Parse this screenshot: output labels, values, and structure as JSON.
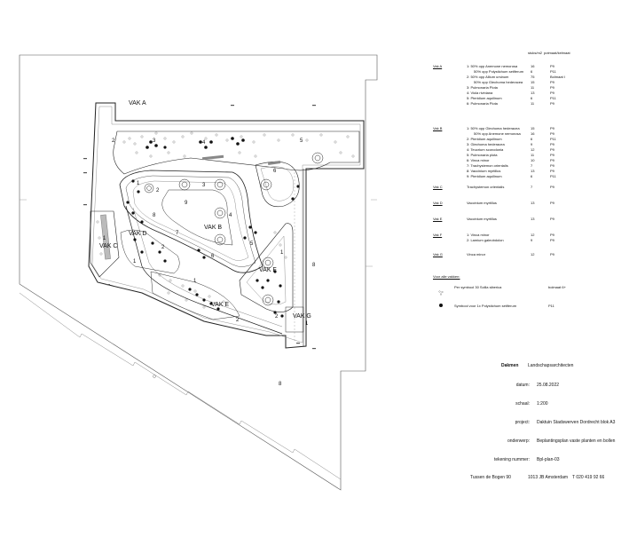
{
  "plan": {
    "zones": {
      "vak_a": "VAK A",
      "vak_b": "VAK B",
      "vak_c": "VAK C",
      "vak_d": "VAK D",
      "vak_e": "VAK E",
      "vak_f": "VAK F",
      "vak_g": "VAK G"
    },
    "numbers": {
      "n1_c": "1",
      "n2_a": "2",
      "n3_a": "3",
      "n4_a": "4",
      "n5_a": "5",
      "n6_a": "6",
      "n1_b": "1",
      "n2_b": "2",
      "n3_b": "3",
      "n4_b": "4",
      "n5_b": "5",
      "n6_b": "6",
      "n7_b": "7",
      "n8_b": "8",
      "n9_b": "9",
      "n1_d": "1",
      "n2_d": "2",
      "n1_e": "1",
      "n2_e": "2",
      "n1_f": "1",
      "n2_f": "2",
      "n1_g": "1",
      "n8_side": "8",
      "n8_bottom": "8"
    }
  },
  "legend": {
    "col_headers": {
      "density": "stuks/m2",
      "pot": "potmaat/kelmaat"
    },
    "groups": [
      {
        "vak": "Vak A",
        "rows": [
          {
            "plant": "1: 50% opp Anemone nemorosa",
            "density": "16",
            "pot": "P9"
          },
          {
            "plant": "50% opp Polystichum setiferum",
            "density": "6",
            "pot": "P11"
          },
          {
            "plant": "2: 50% opp Allium ursinum",
            "density": "75",
            "pot": "Bolmaat I"
          },
          {
            "plant": "50% opp Glechoma hederacea",
            "density": "15",
            "pot": "P9"
          },
          {
            "plant": "3: Pulmonaria Plota",
            "density": "11",
            "pot": "P9"
          },
          {
            "plant": "4: Viola riviniana",
            "density": "13",
            "pot": "P9"
          },
          {
            "plant": "5: Pteridium aquilinum",
            "density": "6",
            "pot": "P11"
          },
          {
            "plant": "6: Pulmonaria Plota",
            "density": "11",
            "pot": "P9"
          }
        ]
      },
      {
        "vak": "Vak B",
        "rows": [
          {
            "plant": "1: 50% opp Glechoma hederacea",
            "density": "15",
            "pot": "P9"
          },
          {
            "plant": "50% opp Anemone nemorosa",
            "density": "16",
            "pot": "P9"
          },
          {
            "plant": "2: Pteridium aquilinum",
            "density": "6",
            "pot": "P11"
          },
          {
            "plant": "3: Glechoma hederacea",
            "density": "9",
            "pot": "P9"
          },
          {
            "plant": "4: Teucrium scorodonia",
            "density": "12",
            "pot": "P9"
          },
          {
            "plant": "5: Pulmonaria plota",
            "density": "11",
            "pot": "P9"
          },
          {
            "plant": "6: Vinca minor",
            "density": "10",
            "pot": "P9"
          },
          {
            "plant": "7: Trachystemon orientalis",
            "density": "7",
            "pot": "P9"
          },
          {
            "plant": "8: Vaccinium myrtillus",
            "density": "13",
            "pot": "P9"
          },
          {
            "plant": "9: Pteridium aquilinum",
            "density": "6",
            "pot": "P11"
          }
        ]
      },
      {
        "vak": "Vak C",
        "rows": [
          {
            "plant": "Trachystemon orientalis",
            "density": "7",
            "pot": "P9"
          }
        ]
      },
      {
        "vak": "Vak D",
        "rows": [
          {
            "plant": "Vaccinium myrtillus",
            "density": "13",
            "pot": "P9"
          }
        ]
      },
      {
        "vak": "Vak E",
        "rows": [
          {
            "plant": "Vaccinium myrtillus",
            "density": "13",
            "pot": "P9"
          }
        ]
      },
      {
        "vak": "Vak F",
        "rows": [
          {
            "plant": "1: Vinca minor",
            "density": "12",
            "pot": "P9"
          },
          {
            "plant": "2: Lamium galeobdolon",
            "density": "9",
            "pot": "P9"
          }
        ]
      },
      {
        "vak": "Vak G",
        "rows": [
          {
            "plant": "Vinca minor",
            "density": "12",
            "pot": "P9"
          }
        ]
      }
    ],
    "all_vakken": {
      "title": "Voor alle vakken:",
      "sym1": {
        "text": "Per symbool 30 Scilla siberica",
        "value": "bolmaat 6+"
      },
      "sym2": {
        "text": "Symbool voor 1x Polystichum setiferum",
        "value": "P11"
      }
    }
  },
  "title_block": {
    "company_label": "Dakmen",
    "company": "Landschapsarchitecten",
    "rows": [
      {
        "label": "datum:",
        "value": "25.08.2022"
      },
      {
        "label": "schaal:",
        "value": "1:200"
      },
      {
        "label": "project:",
        "value": "Daktuin Stadswerven Dordrecht blok A3"
      },
      {
        "label": "onderwerp:",
        "value": "Beplantingsplan vaste planten en bollen"
      },
      {
        "label": "tekening nummer:",
        "value": "Bpl-plan-03"
      }
    ],
    "address": "Tussen de Bogen 90",
    "city": "1013 JB Amsterdam",
    "phone": "T 020 419 92 66"
  }
}
